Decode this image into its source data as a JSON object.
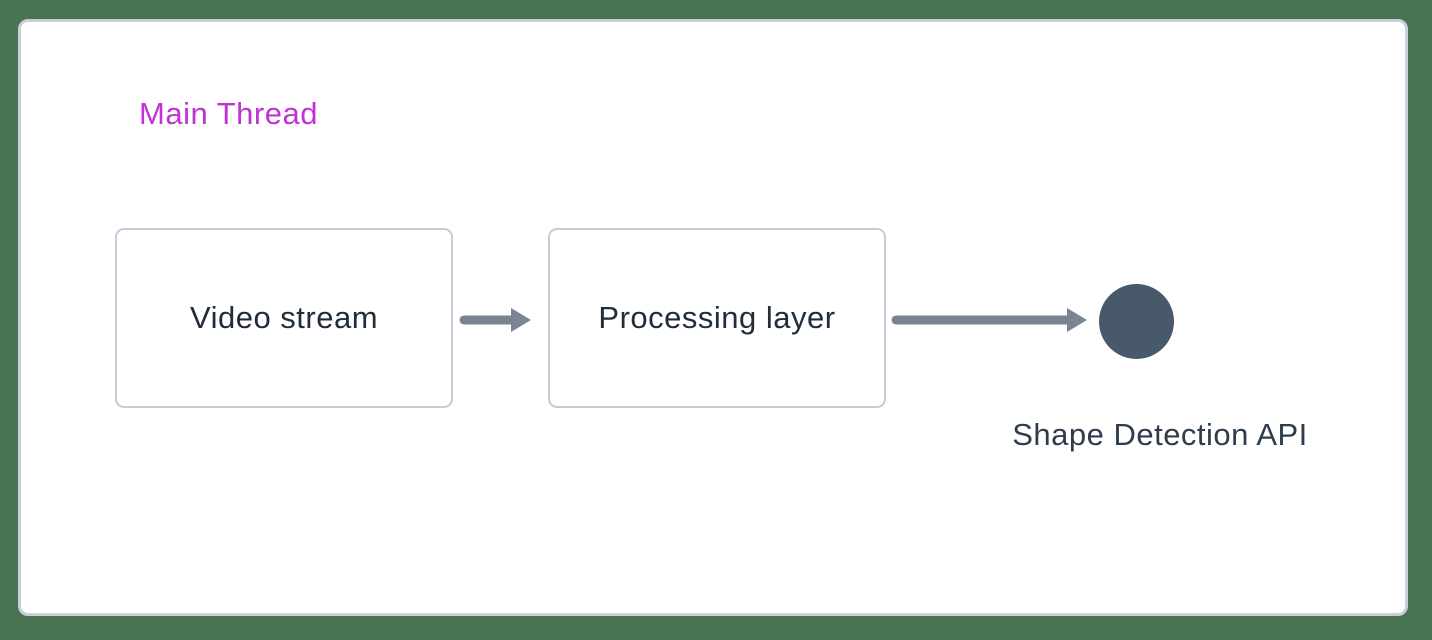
{
  "diagram": {
    "lane": {
      "label": "Main Thread",
      "label_color": "#c231d6"
    },
    "nodes": [
      {
        "label": "Video stream"
      },
      {
        "label": "Processing layer"
      }
    ],
    "endpoint": {
      "label": "Shape Detection API",
      "shape": "circle",
      "fill_color": "#48596c"
    },
    "connectors": [
      {
        "from": "Video stream",
        "to": "Processing layer",
        "type": "arrow-right"
      },
      {
        "from": "Processing layer",
        "to": "Shape Detection API",
        "type": "arrow-right"
      }
    ],
    "colors": {
      "background": "#4a7351",
      "card_background": "#ffffff",
      "card_border": "#c7d1db",
      "node_border": "#c2cdd9",
      "node_text": "#212d3b",
      "arrow": "#7a8593",
      "endpoint_text": "#2e3d4d"
    }
  }
}
